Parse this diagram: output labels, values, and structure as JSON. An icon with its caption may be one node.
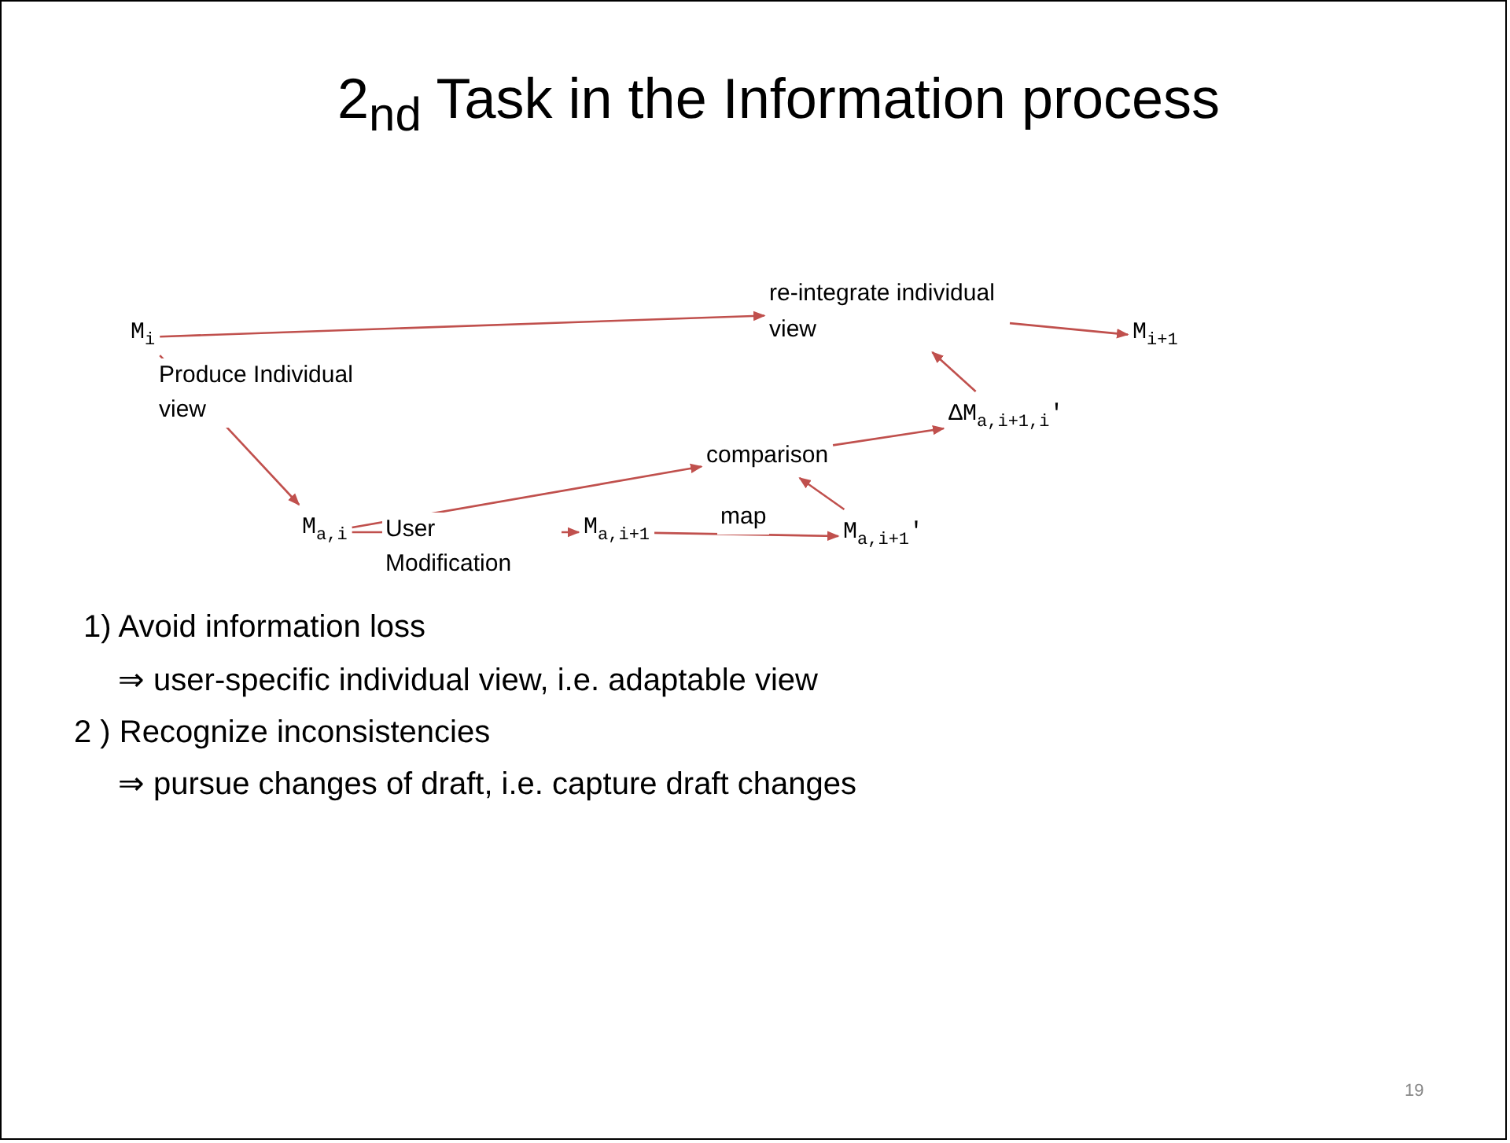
{
  "diagram": {
    "title": "2$_{nd}$ Task in the Information process",
    "nodes": [
      {
        "text": [
          "M$_{i}$"
        ]
      },
      {
        "text": [
          "re-integrate individual view"
        ]
      },
      {
        "text": [
          "M$_{i+1}$"
        ]
      },
      {
        "text": [
          "ΔM$_{a,i+1,i}$'"
        ]
      },
      {
        "text": [
          "comparison"
        ]
      },
      {
        "text": [
          "M$_{a,i}$"
        ]
      },
      {
        "text": [
          "M$_{a,i+1}$"
        ]
      },
      {
        "text": [
          "M$_{a,i+1}$'"
        ]
      }
    ],
    "edges": [
      {
        "from": 0,
        "to": 1,
        "arrow": "to"
      },
      {
        "from": 1,
        "to": 2,
        "arrow": "to"
      },
      {
        "from": 0,
        "to": 5,
        "arrow": "to",
        "label": "Produce Individual view"
      },
      {
        "from": 5,
        "to": 4,
        "arrow": "to"
      },
      {
        "from": 5,
        "to": 6,
        "arrow": "to",
        "label": "User Modification"
      },
      {
        "from": 6,
        "to": 7,
        "arrow": "to",
        "label": "map"
      },
      {
        "from": 7,
        "to": 4,
        "arrow": "to"
      },
      {
        "from": 4,
        "to": 3,
        "arrow": "to"
      },
      {
        "from": 3,
        "to": 1,
        "arrow": "to"
      }
    ],
    "labels": [
      "1) Avoid information loss",
      "⇒ user-specific individual view, i.e. adaptable view",
      "2 ) Recognize inconsistencies",
      "⇒ pursue changes of draft, i.e. capture draft changes",
      "19"
    ]
  }
}
